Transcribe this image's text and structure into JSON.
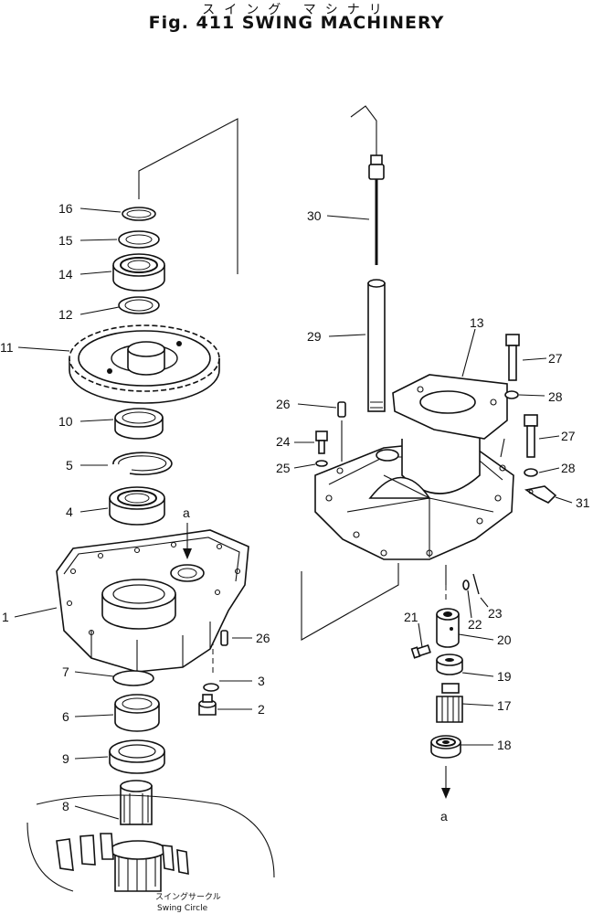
{
  "figure": {
    "title_japanese": "スイング マシナリ",
    "title": "Fig. 411 SWING MACHINERY"
  },
  "callouts": {
    "p16": "16",
    "p15": "15",
    "p14": "14",
    "p12": "12",
    "p11": "11",
    "p10": "10",
    "p5": "5",
    "p4": "4",
    "p1": "1",
    "p26a": "26",
    "p7": "7",
    "p3": "3",
    "p6": "6",
    "p2": "2",
    "p9": "9",
    "p8": "8",
    "p30": "30",
    "p29": "29",
    "p13": "13",
    "p27a": "27",
    "p28a": "28",
    "p26b": "26",
    "p24": "24",
    "p25": "25",
    "p27b": "27",
    "p28b": "28",
    "p31": "31",
    "p21": "21",
    "p22": "22",
    "p23": "23",
    "p20": "20",
    "p19": "19",
    "p17": "17",
    "p18": "18"
  },
  "reference_marks": {
    "a_top": "a",
    "a_bottom": "a"
  },
  "caption": {
    "swing_circle_jp": "スイングサークル",
    "swing_circle_en": "Swing Circle"
  }
}
